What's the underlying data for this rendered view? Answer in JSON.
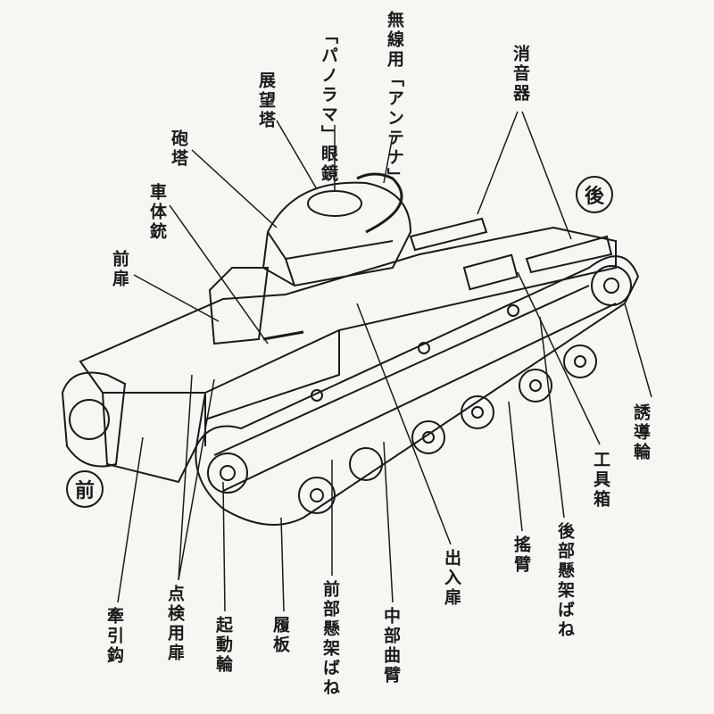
{
  "title_markers": {
    "rear": "後",
    "front": "前"
  },
  "labels": {
    "antenna": "無線用「アンテナ」",
    "panorama_sight": "「パノラマ」眼鏡",
    "cupola": "展望塔",
    "turret": "砲塔",
    "hull_mg": "車体銃",
    "front_door": "前扉",
    "muffler": "消音器",
    "idler": "誘導輪",
    "toolbox": "工具箱",
    "rear_spring": "後部懸架ばね",
    "swing_arm": "搖臂",
    "hatch": "出入扉",
    "middle_arm": "中部曲臂",
    "front_spring": "前部懸架ばね",
    "track_shoe": "履板",
    "sprocket": "起動輪",
    "inspection_door": "点検用扉",
    "tow_hook": "牽引鈎"
  }
}
